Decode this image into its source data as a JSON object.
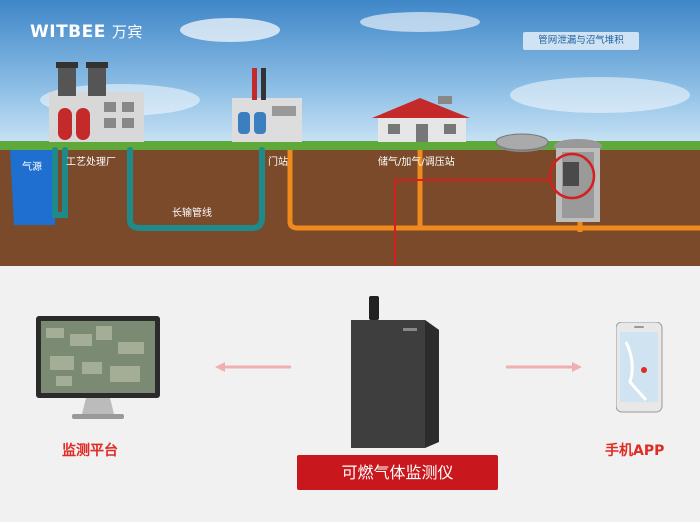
{
  "brand": {
    "name": "WITBEE",
    "cn_name": "万宾"
  },
  "tag_text": "管网泄漏与沼气堆积",
  "labels": {
    "gas_source": "气源",
    "process_plant": "工艺处理厂",
    "long_pipeline": "长输管线",
    "gate_station": "门站",
    "storage_station": "储气/加气/调压站"
  },
  "devices": {
    "platform": "监测平台",
    "app": "手机APP",
    "detector": "可燃气体监测仪"
  },
  "colors": {
    "accent_red": "#c8171d",
    "pipe_orange": "#f08a1c",
    "pipe_teal": "#1f8a8a"
  }
}
